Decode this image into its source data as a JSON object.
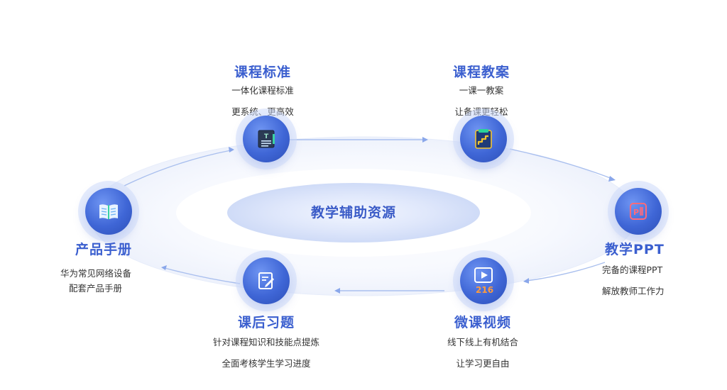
{
  "diagram": {
    "center_label": "教学辅助资源",
    "nodes": {
      "course_standard": {
        "title": "课程标准",
        "line1": "一体化课程标准",
        "line2": "更系统、更高效",
        "icon": "document-t-icon"
      },
      "lesson_plan": {
        "title": "课程教案",
        "line1": "一课一教案",
        "line2": "让备课更轻松",
        "icon": "stairs-folder-icon"
      },
      "teaching_ppt": {
        "title": "教学PPT",
        "line1": "完备的课程PPT",
        "line2": "解放教师工作力",
        "icon": "ppt-icon"
      },
      "micro_video": {
        "title": "微课视频",
        "line1": "线下线上有机结合",
        "line2": "让学习更自由",
        "icon": "play-video-icon",
        "badge": "216"
      },
      "exercises": {
        "title": "课后习题",
        "line1": "针对课程知识和技能点提炼",
        "line2": "全面考核学生学习进度",
        "icon": "edit-note-icon"
      },
      "product_manual": {
        "title": "产品手册",
        "line1": "华为常见网络设备",
        "line2": "配套产品手册",
        "icon": "open-book-icon"
      }
    },
    "colors": {
      "accent": "#3b5fcf",
      "node_fill": "#3f66d6",
      "ellipse_fill": "#dde6fa",
      "ring": "#eef2fc"
    }
  }
}
